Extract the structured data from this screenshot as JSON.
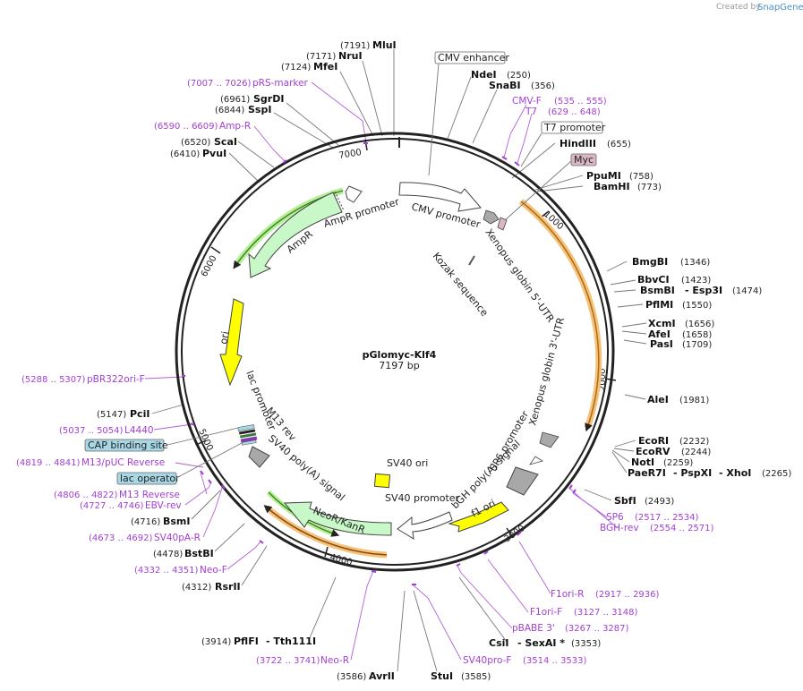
{
  "branding": {
    "prefix": "Created by",
    "name": "SnapGene"
  },
  "plasmid": {
    "name": "pGlomyc-Klf4",
    "size": "7197 bp"
  },
  "ticks": [
    {
      "label": "1000",
      "pos": 1000
    },
    {
      "label": "2000",
      "pos": 2000
    },
    {
      "label": "3000",
      "pos": 3000
    },
    {
      "label": "4000",
      "pos": 4000
    },
    {
      "label": "5000",
      "pos": 5000
    },
    {
      "label": "6000",
      "pos": 6000
    },
    {
      "label": "7000",
      "pos": 7000
    }
  ],
  "enzymes": [
    {
      "name": "MluI",
      "pos": "(7191)"
    },
    {
      "name": "NruI",
      "pos": "(7171)"
    },
    {
      "name": "MfeI",
      "pos": "(7124)"
    },
    {
      "name": "SgrDI",
      "pos": "(6961)"
    },
    {
      "name": "SspI",
      "pos": "(6844)"
    },
    {
      "name": "ScaI",
      "pos": "(6520)"
    },
    {
      "name": "PvuI",
      "pos": "(6410)"
    },
    {
      "name": "NdeI",
      "pos": "(250)"
    },
    {
      "name": "SnaBI",
      "pos": "(356)"
    },
    {
      "name": "HindIII",
      "pos": "(655)"
    },
    {
      "name": "PpuMI",
      "pos": "(758)"
    },
    {
      "name": "BamHI",
      "pos": "(773)"
    },
    {
      "name": "BmgBI",
      "pos": "(1346)"
    },
    {
      "name": "BbvCI",
      "pos": "(1423)"
    },
    {
      "name": "BsmBI",
      "pos": ""
    },
    {
      "name": "- Esp3I",
      "pos": "(1474)"
    },
    {
      "name": "PflMI",
      "pos": "(1550)"
    },
    {
      "name": "XcmI",
      "pos": "(1656)"
    },
    {
      "name": "AfeI",
      "pos": "(1658)"
    },
    {
      "name": "PasI",
      "pos": "(1709)"
    },
    {
      "name": "AleI",
      "pos": "(1981)"
    },
    {
      "name": "EcoRI",
      "pos": "(2232)"
    },
    {
      "name": "EcoRV",
      "pos": "(2244)"
    },
    {
      "name": "NotI",
      "pos": "(2259)"
    },
    {
      "name": "PaeR7I",
      "pos": ""
    },
    {
      "name": "- PspXI",
      "pos": ""
    },
    {
      "name": "- XhoI",
      "pos": "(2265)"
    },
    {
      "name": "SbfI",
      "pos": "(2493)"
    },
    {
      "name": "CsiI",
      "pos": ""
    },
    {
      "name": "- SexAI *",
      "pos": "(3353)"
    },
    {
      "name": "StuI",
      "pos": "(3585)"
    },
    {
      "name": "AvrII",
      "pos": "(3586)"
    },
    {
      "name": "PflFI",
      "pos": "(3914)"
    },
    {
      "name": "- Tth111I",
      "pos": ""
    },
    {
      "name": "RsrII",
      "pos": "(4312)"
    },
    {
      "name": "BstBI",
      "pos": "(4478)"
    },
    {
      "name": "BsmI",
      "pos": "(4716)"
    },
    {
      "name": "PciI",
      "pos": "(5147)"
    }
  ],
  "primers": [
    {
      "name": "pRS-marker",
      "range": "(7007 .. 7026)"
    },
    {
      "name": "Amp-R",
      "range": "(6590 .. 6609)"
    },
    {
      "name": "CMV-F",
      "range": "(535 .. 555)"
    },
    {
      "name": "T7",
      "range": "(629 .. 648)"
    },
    {
      "name": "SP6",
      "range": "(2517 .. 2534)"
    },
    {
      "name": "BGH-rev",
      "range": "(2554 .. 2571)"
    },
    {
      "name": "F1ori-R",
      "range": "(2917 .. 2936)"
    },
    {
      "name": "F1ori-F",
      "range": "(3127 .. 3148)"
    },
    {
      "name": "pBABE 3'",
      "range": "(3267 .. 3287)"
    },
    {
      "name": "SV40pro-F",
      "range": "(3514 .. 3533)"
    },
    {
      "name": "Neo-R",
      "range": "(3722 .. 3741)"
    },
    {
      "name": "Neo-F",
      "range": "(4332 .. 4351)"
    },
    {
      "name": "SV40pA-R",
      "range": "(4673 .. 4692)"
    },
    {
      "name": "EBV-rev",
      "range": "(4727 .. 4746)"
    },
    {
      "name": "M13 Reverse",
      "range": "(4806 .. 4822)"
    },
    {
      "name": "M13/pUC Reverse",
      "range": "(4819 .. 4841)"
    },
    {
      "name": "L4440",
      "range": "(5037 .. 5054)"
    },
    {
      "name": "pBR322ori-F",
      "range": "(5288 .. 5307)"
    }
  ],
  "boxed_labels": [
    {
      "name": "CMV enhancer"
    },
    {
      "name": "T7 promoter"
    },
    {
      "name": "Myc"
    },
    {
      "name": "CAP binding site"
    },
    {
      "name": "lac operator"
    }
  ],
  "features": [
    {
      "name": "CMV promoter"
    },
    {
      "name": "Xenopus globin 5'-UTR"
    },
    {
      "name": "Kozak sequence"
    },
    {
      "name": "Xenopus globin 3'-UTR"
    },
    {
      "name": "SP6 promoter"
    },
    {
      "name": "bGH poly(A) signal"
    },
    {
      "name": "f1 ori"
    },
    {
      "name": "SV40 promoter"
    },
    {
      "name": "SV40 ori"
    },
    {
      "name": "NeoR/KanR"
    },
    {
      "name": "SV40 poly(A) signal"
    },
    {
      "name": "M13 rev"
    },
    {
      "name": "lac promoter"
    },
    {
      "name": "ori"
    },
    {
      "name": "AmpR"
    },
    {
      "name": "AmpR promoter"
    }
  ],
  "colors": {
    "backbone": "#222222",
    "primer": "#a23fd2",
    "ori": "#ffff00",
    "resistance": "#c8f7c8",
    "orf_highlight": "#f5c27a",
    "boxed_fill_blue": "#a8d8e6",
    "myc_fill": "#dbb6c6"
  }
}
